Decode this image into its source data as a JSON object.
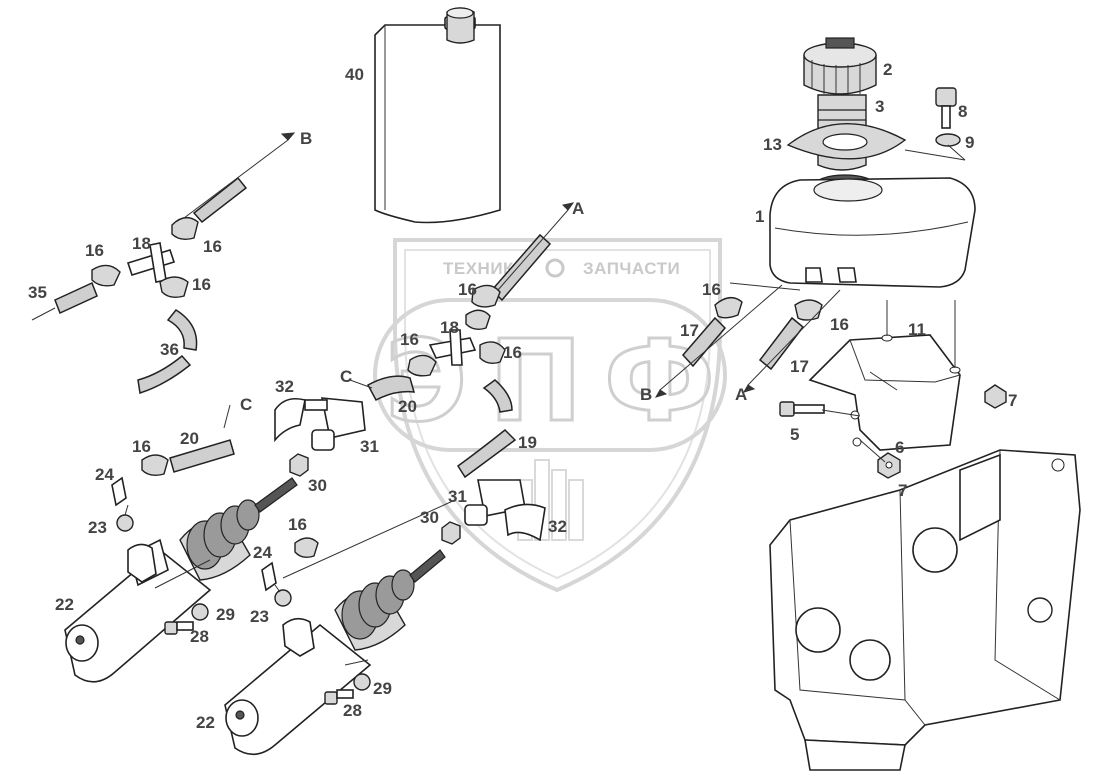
{
  "watermark": {
    "brand_text": "ТЕХНИКА",
    "brand_text2": "ЗАПЧАСТИ",
    "logo_letters": "ЭПФ"
  },
  "callouts": {
    "c40": "40",
    "c2": "2",
    "c3": "3",
    "c13": "13",
    "c1": "1",
    "c8": "8",
    "c9": "9",
    "c11": "11",
    "c7a": "7",
    "c7b": "7",
    "c5": "5",
    "c6": "6",
    "c16_r1": "16",
    "c16_r2": "16",
    "c17_r1": "17",
    "c17_r2": "17",
    "c16_m1": "16",
    "c16_m2": "16",
    "c16_m3": "16",
    "c18_m": "18",
    "c20_m": "20",
    "c19": "19",
    "c31_a": "31",
    "c31_b": "31",
    "c32_a": "32",
    "c32_b": "32",
    "c30_a": "30",
    "c30_b": "30",
    "c16_l1": "16",
    "c16_l2": "16",
    "c16_l3": "16",
    "c18_l": "18",
    "c35": "35",
    "c36": "36",
    "c16_l4": "16",
    "c20_l": "20",
    "c24_a": "24",
    "c23_a": "23",
    "c22_a": "22",
    "c29_a": "29",
    "c28_a": "28",
    "c16_l5": "16",
    "c24_b": "24",
    "c23_b": "23",
    "c22_b": "22",
    "c29_b": "29",
    "c28_b": "28"
  },
  "connectors": {
    "B_top": "B",
    "A_top": "A",
    "C_mid": "C",
    "C_left": "C",
    "B_right": "B",
    "A_right": "A"
  }
}
